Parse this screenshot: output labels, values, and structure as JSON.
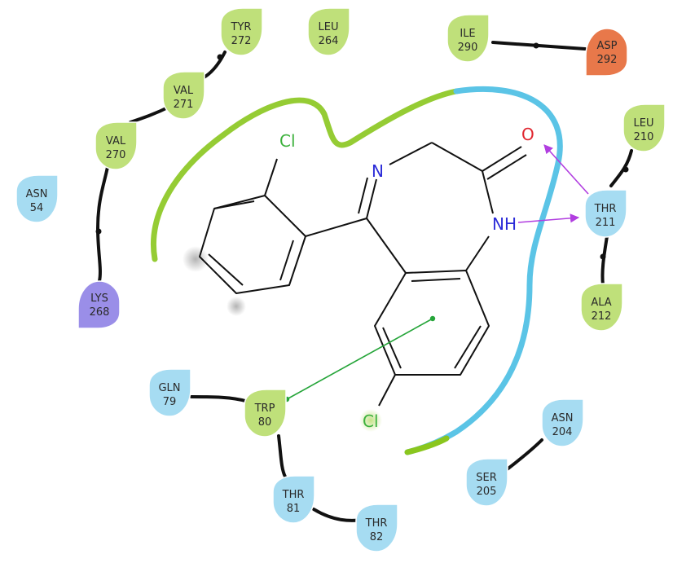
{
  "colors": {
    "hydrophobic": "#bfe07a",
    "polar": "#a6dcf2",
    "positive": "#9a8ee8",
    "negative": "#e8784a",
    "green_arc": "#8ac61e",
    "blue_arc": "#5bc4e6",
    "hbond": "#b13ee0",
    "pi_stack": "#26a53a",
    "nitrogen": "#2b2bd8",
    "oxygen": "#e0262f",
    "chlorine": "#3cb13c"
  },
  "residues": [
    {
      "id": "tyr272",
      "name": "TYR",
      "num": "272",
      "type": "hydrophobic"
    },
    {
      "id": "leu264",
      "name": "LEU",
      "num": "264",
      "type": "hydrophobic"
    },
    {
      "id": "ile290",
      "name": "ILE",
      "num": "290",
      "type": "hydrophobic"
    },
    {
      "id": "asp292",
      "name": "ASP",
      "num": "292",
      "type": "negative"
    },
    {
      "id": "val271",
      "name": "VAL",
      "num": "271",
      "type": "hydrophobic"
    },
    {
      "id": "val270",
      "name": "VAL",
      "num": "270",
      "type": "hydrophobic"
    },
    {
      "id": "asn54",
      "name": "ASN",
      "num": "54",
      "type": "polar"
    },
    {
      "id": "leu210",
      "name": "LEU",
      "num": "210",
      "type": "hydrophobic"
    },
    {
      "id": "thr211",
      "name": "THR",
      "num": "211",
      "type": "polar"
    },
    {
      "id": "ala212",
      "name": "ALA",
      "num": "212",
      "type": "hydrophobic"
    },
    {
      "id": "lys268",
      "name": "LYS",
      "num": "268",
      "type": "positive"
    },
    {
      "id": "gln79",
      "name": "GLN",
      "num": "79",
      "type": "polar"
    },
    {
      "id": "trp80",
      "name": "TRP",
      "num": "80",
      "type": "hydrophobic"
    },
    {
      "id": "asn204",
      "name": "ASN",
      "num": "204",
      "type": "polar"
    },
    {
      "id": "ser205",
      "name": "SER",
      "num": "205",
      "type": "polar"
    },
    {
      "id": "thr81",
      "name": "THR",
      "num": "81",
      "type": "polar"
    },
    {
      "id": "thr82",
      "name": "THR",
      "num": "82",
      "type": "polar"
    }
  ],
  "atoms": {
    "cl_top": "Cl",
    "n_imine": "N",
    "o_carbonyl": "O",
    "nh": "NH",
    "cl_bottom": "Cl"
  }
}
